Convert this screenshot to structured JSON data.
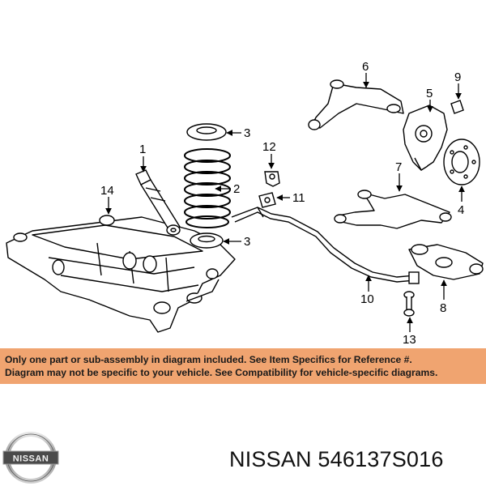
{
  "diagram": {
    "callouts": [
      "1",
      "2",
      "3",
      "3",
      "4",
      "5",
      "6",
      "7",
      "8",
      "9",
      "10",
      "11",
      "12",
      "13",
      "14"
    ]
  },
  "banner": {
    "line1": "Only one part or sub-assembly in diagram included. See Item Specifics for Reference #.",
    "line2": "Diagram may not be specific to your vehicle. See Compatibility for vehicle-specific diagrams.",
    "background": "#f0a470"
  },
  "logo": {
    "text": "NISSAN"
  },
  "part": {
    "title": "NISSAN 546137S016"
  }
}
